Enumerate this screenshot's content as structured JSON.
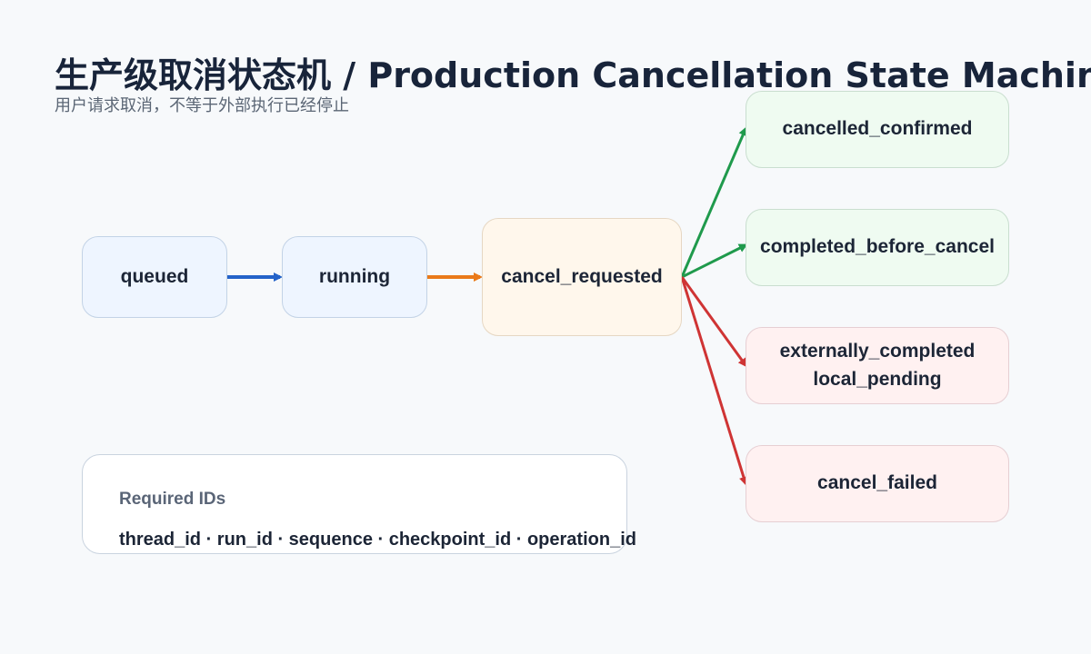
{
  "header": {
    "title": "生产级取消状态机 / Production Cancellation State Machine",
    "subtitle": "用户请求取消，不等于外部执行已经停止"
  },
  "states": {
    "queued": "queued",
    "running": "running",
    "cancel_requested": "cancel_requested",
    "cancelled_confirmed": "cancelled_confirmed",
    "completed_before_cancel": "completed_before_cancel",
    "externally_completed_local_pending": "externally_completed\nlocal_pending",
    "cancel_failed": "cancel_failed"
  },
  "colors": {
    "flow_blue": "#2563c9",
    "flow_orange": "#ea7a1a",
    "success_green": "#1f9a4c",
    "failure_red": "#cf3434"
  },
  "required_ids": {
    "label": "Required IDs",
    "list": "thread_id · run_id · sequence · checkpoint_id · operation_id"
  }
}
